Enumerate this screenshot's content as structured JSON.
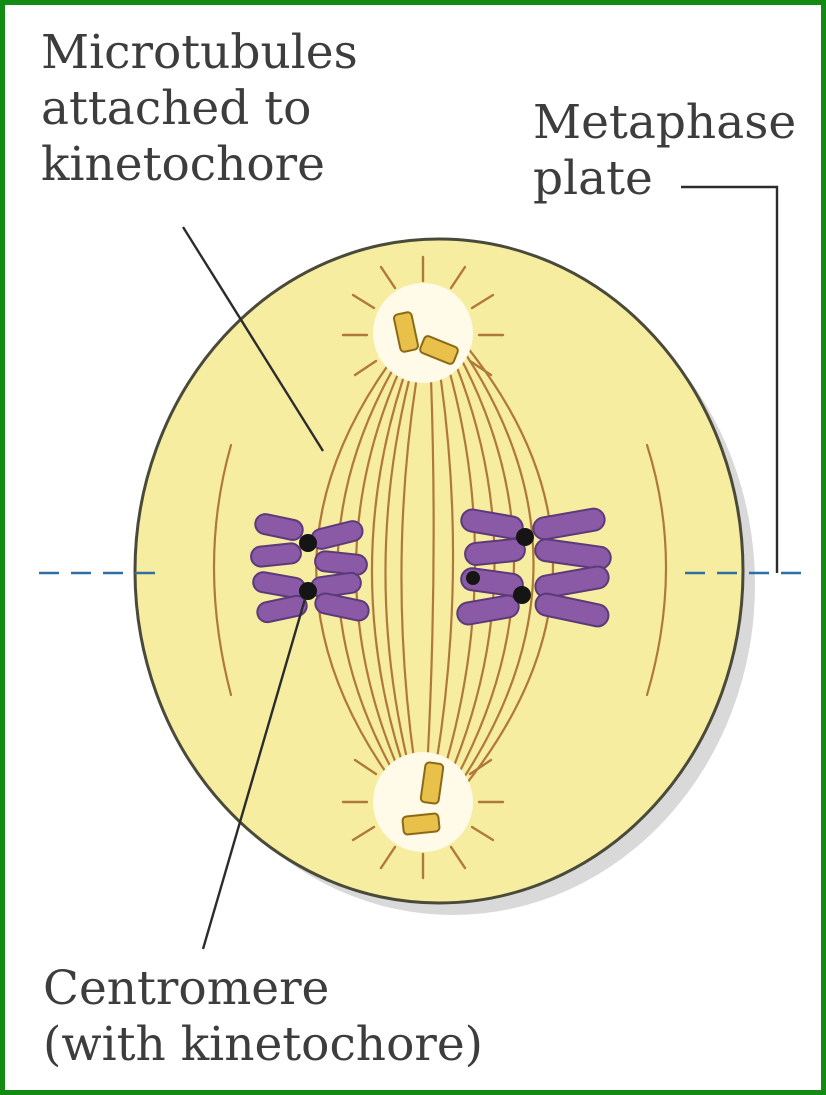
{
  "labels": {
    "microtubules": [
      "Microtubules",
      "attached to",
      "kinetochore"
    ],
    "metaphase_plate": [
      "Metaphase",
      "plate"
    ],
    "centromere": [
      "Centromere",
      "(with kinetochore)"
    ]
  },
  "colors": {
    "frame_border": "#138a13",
    "cell_fill": "#f6eda0",
    "cell_outline": "#4a4a3a",
    "cell_shadow": "#d9d9d9",
    "spindle_fiber": "#b0793a",
    "centrosome_glow": "#fffbe8",
    "centriole": "#e9c04a",
    "chromosome": "#8a5aa6",
    "chromosome_dark": "#5c3a7a",
    "centromere": "#151515",
    "plate_line": "#2f6fa3",
    "leader_line": "#2c2c2c",
    "label_text": "#3d3d3d"
  }
}
